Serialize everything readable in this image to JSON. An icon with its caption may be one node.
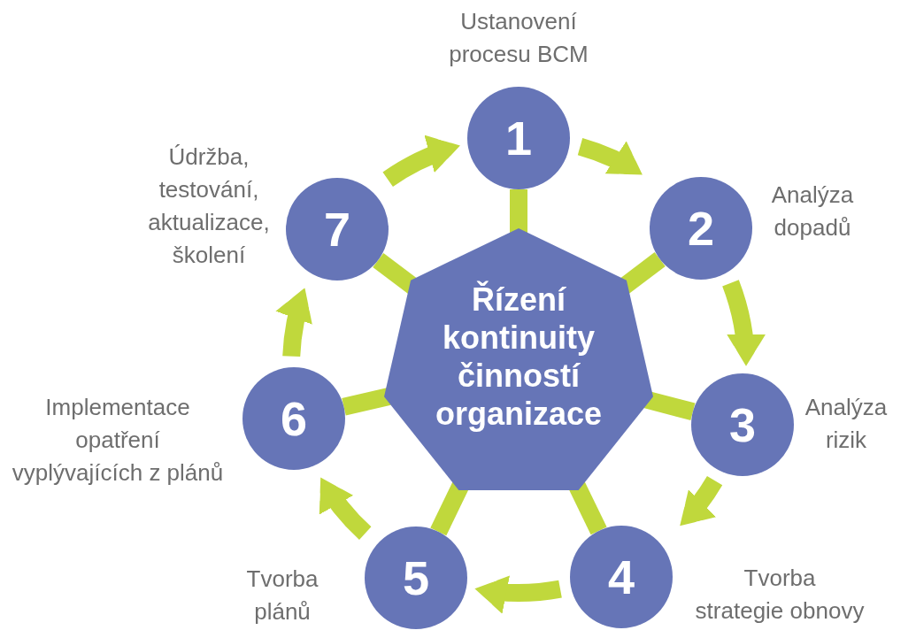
{
  "diagram": {
    "nodes": [
      {
        "text": [
          "Řízení kontinuity činností organizace"
        ]
      },
      {
        "text": [
          "1"
        ],
        "beside": [
          "Ustanovení procesu BCM"
        ]
      },
      {
        "text": [
          "2"
        ],
        "beside": [
          "Analýza dopadů"
        ]
      },
      {
        "text": [
          "3"
        ],
        "beside": [
          "Analýza rizik"
        ]
      },
      {
        "text": [
          "4"
        ],
        "beside": [
          "Tvorba strategie obnovy"
        ]
      },
      {
        "text": [
          "5"
        ],
        "beside": [
          "Tvorba plánů"
        ]
      },
      {
        "text": [
          "6"
        ],
        "beside": [
          "Implementace opatření vyplývajících z plánů"
        ]
      },
      {
        "text": [
          "7"
        ],
        "beside": [
          "Údržba, testování, aktualizace, školení"
        ]
      }
    ],
    "edges": [
      {
        "from": 0,
        "to": 1,
        "arrow": "none"
      },
      {
        "from": 0,
        "to": 2,
        "arrow": "none"
      },
      {
        "from": 0,
        "to": 3,
        "arrow": "none"
      },
      {
        "from": 0,
        "to": 4,
        "arrow": "none"
      },
      {
        "from": 0,
        "to": 5,
        "arrow": "none"
      },
      {
        "from": 0,
        "to": 6,
        "arrow": "none"
      },
      {
        "from": 0,
        "to": 7,
        "arrow": "none"
      },
      {
        "from": 1,
        "to": 2,
        "arrow": "to"
      },
      {
        "from": 2,
        "to": 3,
        "arrow": "to"
      },
      {
        "from": 3,
        "to": 4,
        "arrow": "to"
      },
      {
        "from": 4,
        "to": 5,
        "arrow": "to"
      },
      {
        "from": 5,
        "to": 6,
        "arrow": "to"
      },
      {
        "from": 6,
        "to": 7,
        "arrow": "to"
      },
      {
        "from": 7,
        "to": 1,
        "arrow": "to"
      }
    ]
  }
}
